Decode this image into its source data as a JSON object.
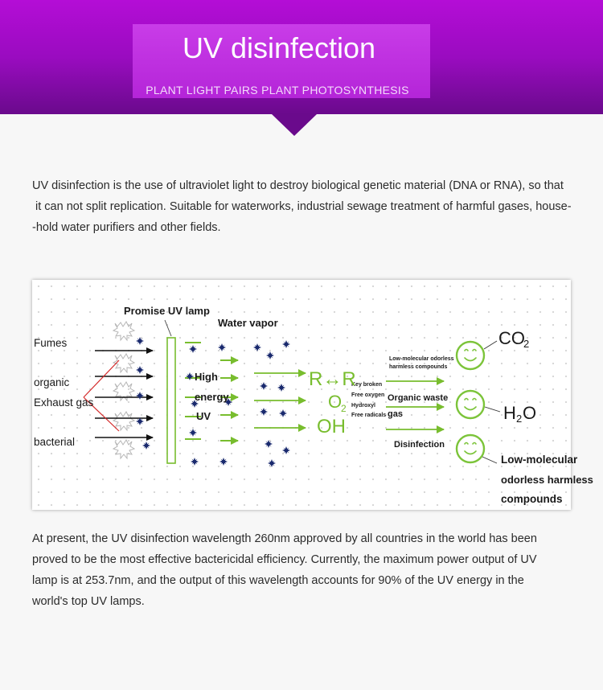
{
  "banner": {
    "title": "UV disinfection",
    "subtitle": "PLANT LIGHT PAIRS  PLANT PHOTOSYNTHESIS"
  },
  "intro": {
    "lines": [
      "UV disinfection is the use of ultraviolet light to destroy biological genetic material (DNA or RNA), so that",
      " it can not split replication. Suitable for waterworks, industrial sewage treatment of harmful gases, house-",
      "-hold water purifiers and other fields."
    ]
  },
  "diagram": {
    "labels": {
      "promise_uv_lamp": "Promise UV lamp",
      "water_vapor": "Water vapor",
      "fumes": "Fumes",
      "organic": "organic",
      "exhaust_gas": "Exhaust gas",
      "bacterial": "bacterial",
      "high": "High",
      "energy": "energy",
      "uv": "UV",
      "r_r": "R↔R",
      "o2": "O",
      "o2_sub": "2",
      "oh": "OH",
      "low_mol_small_1": "Low-molecular odorless",
      "low_mol_small_2": "harmless compounds",
      "key_broken": "Key broken",
      "free_oxygen": "Free oxygen",
      "hydroxyl": "Hydroxyl",
      "free_radicals": "Free radicals",
      "organic_waste_gas_1": "Organic waste",
      "organic_waste_gas_2": "gas",
      "disinfection": "Disinfection",
      "co2": "CO",
      "co2_sub": "2",
      "h2o_h": "H",
      "h2o_sub": "2",
      "h2o_o": "O",
      "low_mol_1": "Low-molecular",
      "low_mol_2": "odorless harmless",
      "low_mol_3": "compounds"
    },
    "colors": {
      "green": "#78bd2e",
      "smiley": "#7cc43a",
      "star": "#1a2a6e",
      "red": "#d42a2a"
    }
  },
  "outro": {
    "lines": [
      "At present, the UV disinfection wavelength 260nm approved by all countries in the world has been",
      "proved to be the most effective bactericidal efficiency. Currently, the maximum power output of UV",
      "lamp is at 253.7nm, and the output of this wavelength accounts for 90% of the UV energy in the",
      "world's top UV lamps."
    ]
  }
}
